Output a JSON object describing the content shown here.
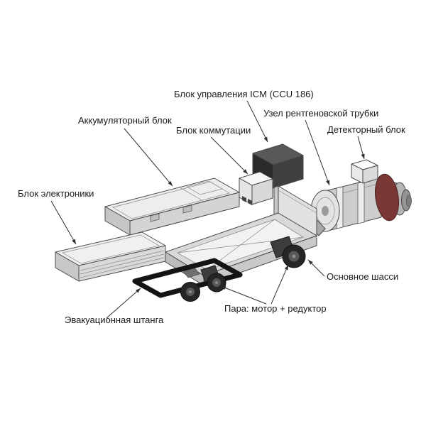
{
  "figure": {
    "type": "exploded-technical-diagram",
    "background": "#ffffff"
  },
  "labels": {
    "battery": "Аккумуляторный блок",
    "electronics": "Блок электроники",
    "control_unit": "Блок управления ICM (CCU 186)",
    "switching": "Блок коммутации",
    "xray_tube": "Узел рентгеновской трубки",
    "detector": "Детекторный блок",
    "chassis": "Основное шасси",
    "motor_gearbox": "Пара: мотор + редуктор",
    "evacuation_rod": "Эвакуационная штанга"
  },
  "colors": {
    "line": "#2f2f2f",
    "label_text": "#1a1a1a",
    "detector_ring": "#7b3636",
    "wheel": "#262626",
    "rod": "#141414",
    "dark_unit": "#3f3f3f"
  }
}
